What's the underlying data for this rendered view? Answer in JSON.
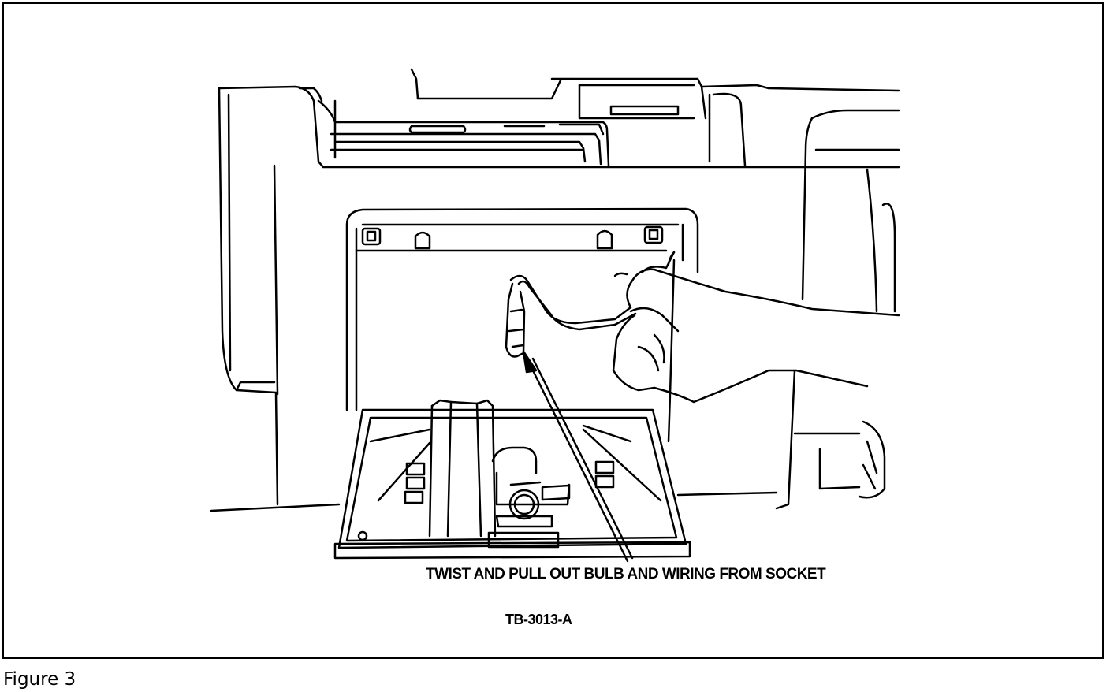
{
  "figure": {
    "caption": "Figure 3",
    "callout": "TWIST AND PULL OUT BULB AND WIRING FROM SOCKET",
    "drawing_id": "TB-3013-A"
  },
  "colors": {
    "ink": "#000000",
    "paper": "#ffffff"
  },
  "illustration": {
    "icon": "instrument-panel-bulb-removal-drawing"
  }
}
